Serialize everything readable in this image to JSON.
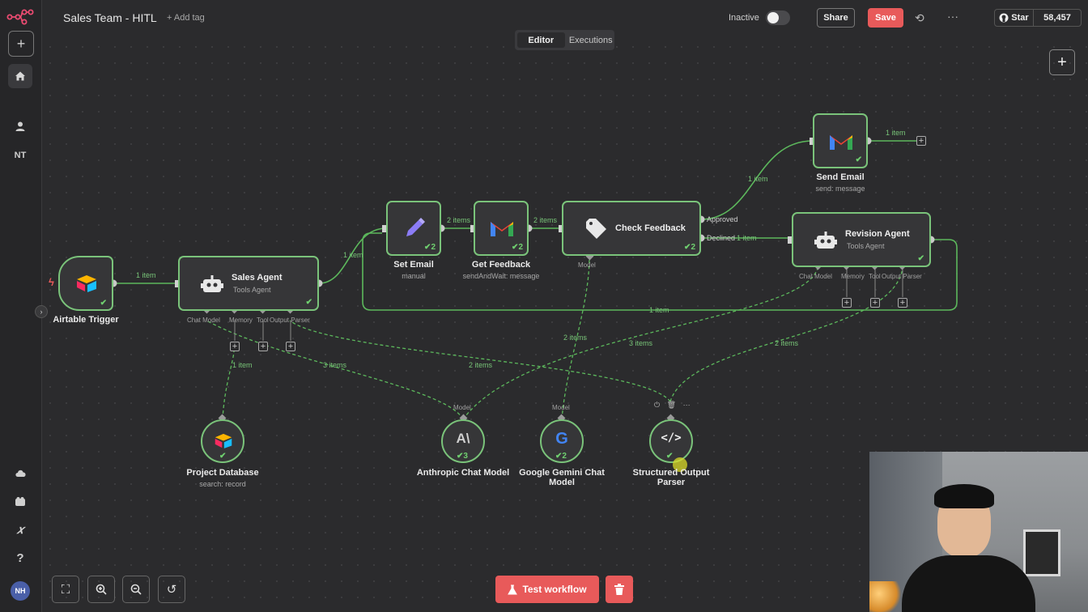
{
  "header": {
    "workflow_title": "Sales Team - HITL",
    "add_tag": "+ Add tag",
    "status_label": "Inactive",
    "share_label": "Share",
    "save_label": "Save",
    "github_star_label": "Star",
    "github_star_count": "58,457"
  },
  "tabs": [
    {
      "label": "Editor",
      "active": true
    },
    {
      "label": "Executions",
      "active": false
    }
  ],
  "sidebar": {
    "user_initials": "NT",
    "avatar_initials": "NH"
  },
  "nodes": {
    "airtable_trigger": {
      "title": "Airtable Trigger"
    },
    "sales_agent": {
      "title": "Sales Agent",
      "subtitle": "Tools Agent",
      "ports": [
        "Chat Model",
        "Memory",
        "Tool",
        "Output Parser"
      ]
    },
    "set_email": {
      "title": "Set Email",
      "subtitle": "manual",
      "count": "2"
    },
    "get_feedback": {
      "title": "Get Feedback",
      "subtitle": "sendAndWait: message",
      "count": "2"
    },
    "check_feedback": {
      "title": "Check Feedback",
      "count": "2",
      "port": "Model",
      "outputs": [
        "Approved",
        "Declined"
      ]
    },
    "send_email": {
      "title": "Send Email",
      "subtitle": "send: message"
    },
    "revision_agent": {
      "title": "Revision Agent",
      "subtitle": "Tools Agent",
      "ports": [
        "Chat Model",
        "Memory",
        "Tool",
        "Output Parser"
      ]
    },
    "project_database": {
      "title": "Project Database",
      "subtitle": "search: record"
    },
    "anthropic": {
      "title": "Anthropic Chat Model",
      "port": "Model",
      "count": "3"
    },
    "gemini": {
      "title": "Google Gemini Chat Model",
      "port": "Model",
      "count": "2"
    },
    "output_parser": {
      "title": "Structured Output Parser"
    }
  },
  "edges": {
    "trigger_to_sales": "1 item",
    "sales_to_set": "1 item",
    "set_to_get": "2 items",
    "get_to_check": "2 items",
    "approved_to_send": "1 item",
    "send_out": "1 item",
    "declined_to_revision": "1 item",
    "revision_loop": "1 item",
    "db_to_sales": "1 item",
    "anthropic_to_sales": "3 items",
    "parser_to_sales": "2 items",
    "gemini_to_check": "2 items",
    "anthropic_to_revision": "3 items",
    "parser_to_revision": "2 items"
  },
  "footer": {
    "test_label": "Test workflow"
  },
  "colors": {
    "accent": "#e85a5a",
    "success": "#6fcf6f",
    "edge": "#5cb85c",
    "canvas": "#2b2b2d"
  },
  "icons": [
    "n8n-logo-icon",
    "plus-icon",
    "home-icon",
    "user-icon",
    "cloud-icon",
    "puzzle-icon",
    "variables-icon",
    "help-icon",
    "history-icon",
    "more-icon",
    "github-icon",
    "fit-view-icon",
    "zoom-in-icon",
    "zoom-out-icon",
    "reset-zoom-icon",
    "flask-icon",
    "trash-icon",
    "airtable-icon",
    "robot-icon",
    "pencil-icon",
    "gmail-icon",
    "tag-icon",
    "anthropic-icon",
    "google-icon",
    "code-icon",
    "lightning-icon",
    "power-icon",
    "chevron-right-icon"
  ]
}
